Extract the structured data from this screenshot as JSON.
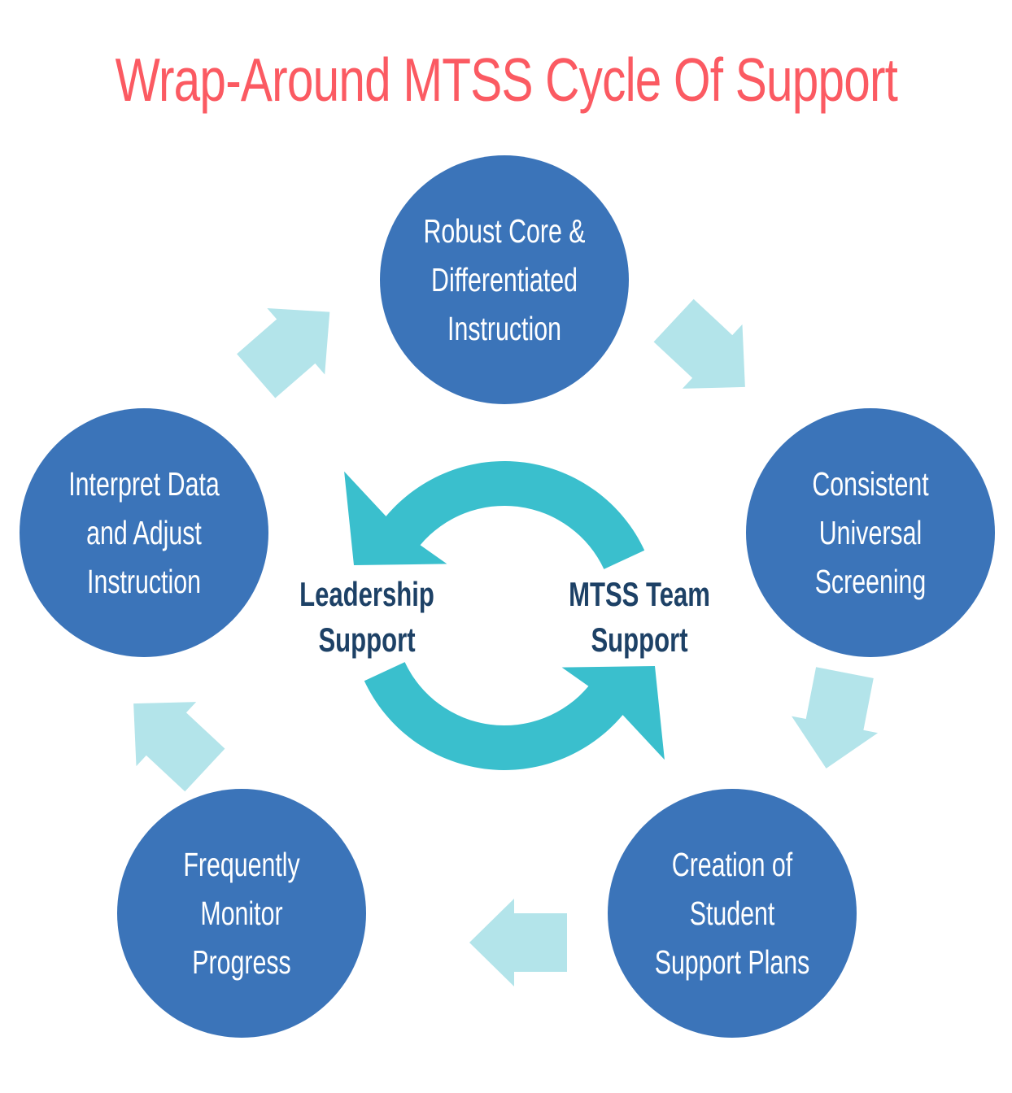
{
  "title": "Wrap-Around MTSS Cycle Of Support",
  "colors": {
    "title": "#fb5a62",
    "circle_fill": "#3b74b9",
    "circle_text": "#ffffff",
    "outer_arrow": "#b3e4ea",
    "center_cycle": "#3abfcd",
    "center_label": "#1d4166",
    "background": "#ffffff"
  },
  "cycle_steps": [
    {
      "id": "robust-core",
      "position": "top",
      "text": "Robust Core &\nDifferentiated\nInstruction"
    },
    {
      "id": "universal-screening",
      "position": "right",
      "text": "Consistent\nUniversal\nScreening"
    },
    {
      "id": "support-plans",
      "position": "bottom-right",
      "text": "Creation of\nStudent\nSupport Plans"
    },
    {
      "id": "monitor-progress",
      "position": "bottom-left",
      "text": "Frequently\nMonitor\nProgress"
    },
    {
      "id": "interpret-data",
      "position": "left",
      "text": "Interpret Data\nand Adjust\nInstruction"
    }
  ],
  "center_labels": [
    {
      "id": "leadership-support",
      "text": "Leadership\nSupport"
    },
    {
      "id": "mtss-team-support",
      "text": "MTSS Team\nSupport"
    }
  ],
  "arrows": [
    {
      "from": "interpret-data",
      "to": "robust-core",
      "direction": "up-right"
    },
    {
      "from": "robust-core",
      "to": "universal-screening",
      "direction": "down-right"
    },
    {
      "from": "universal-screening",
      "to": "support-plans",
      "direction": "down"
    },
    {
      "from": "support-plans",
      "to": "monitor-progress",
      "direction": "left"
    },
    {
      "from": "monitor-progress",
      "to": "interpret-data",
      "direction": "up-left"
    }
  ]
}
